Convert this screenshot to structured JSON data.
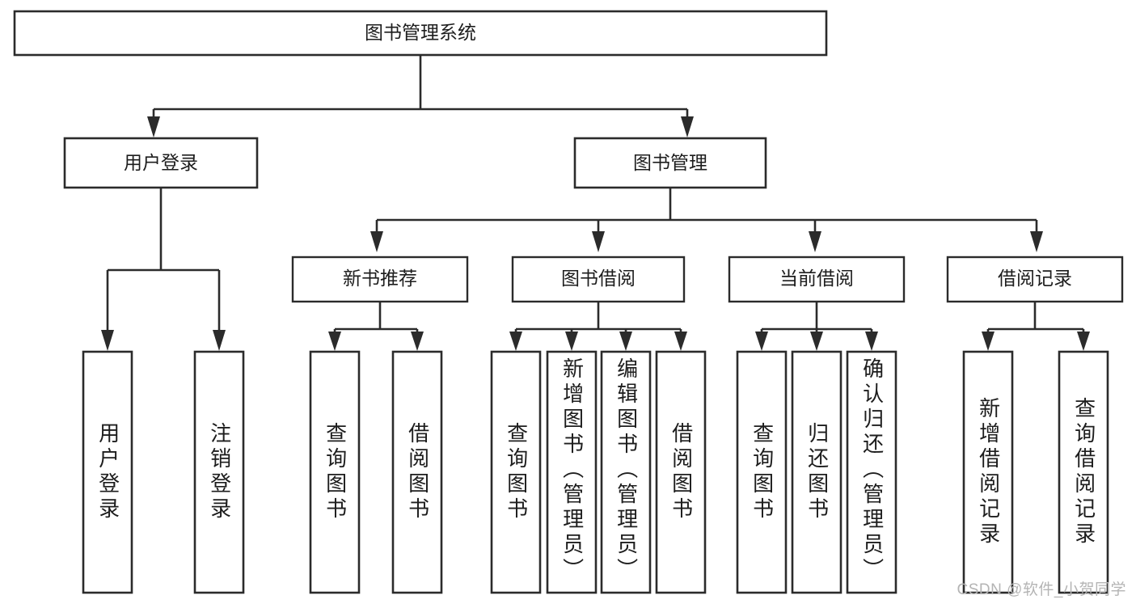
{
  "diagram": {
    "title": "图书管理系统",
    "type": "hierarchy-tree",
    "root": {
      "label": "图书管理系统",
      "level": 0
    },
    "level2": [
      {
        "label": "用户登录"
      },
      {
        "label": "图书管理"
      }
    ],
    "level3": [
      {
        "label": "新书推荐"
      },
      {
        "label": "图书借阅"
      },
      {
        "label": "当前借阅"
      },
      {
        "label": "借阅记录"
      }
    ],
    "leaves": {
      "user_login": [
        {
          "label": "用户登录"
        },
        {
          "label": "注销登录"
        }
      ],
      "new_book_recommend": [
        {
          "label": "查询图书"
        },
        {
          "label": "借阅图书"
        }
      ],
      "book_borrow": [
        {
          "label": "查询图书"
        },
        {
          "label": "新增图书（管理员）"
        },
        {
          "label": "编辑图书（管理员）"
        },
        {
          "label": "借阅图书"
        }
      ],
      "current_borrow": [
        {
          "label": "查询图书"
        },
        {
          "label": "归还图书"
        },
        {
          "label": "确认归还（管理员）"
        }
      ],
      "borrow_record": [
        {
          "label": "新增借阅记录"
        },
        {
          "label": "查询借阅记录"
        }
      ]
    }
  },
  "watermark": {
    "text": "CSDN @软件_小贺同学"
  },
  "colors": {
    "stroke": "#2b2b2b",
    "box_fill": "#ffffff",
    "text": "#1d1d1d",
    "watermark": "#b4b4b4",
    "background": "#ffffff"
  }
}
